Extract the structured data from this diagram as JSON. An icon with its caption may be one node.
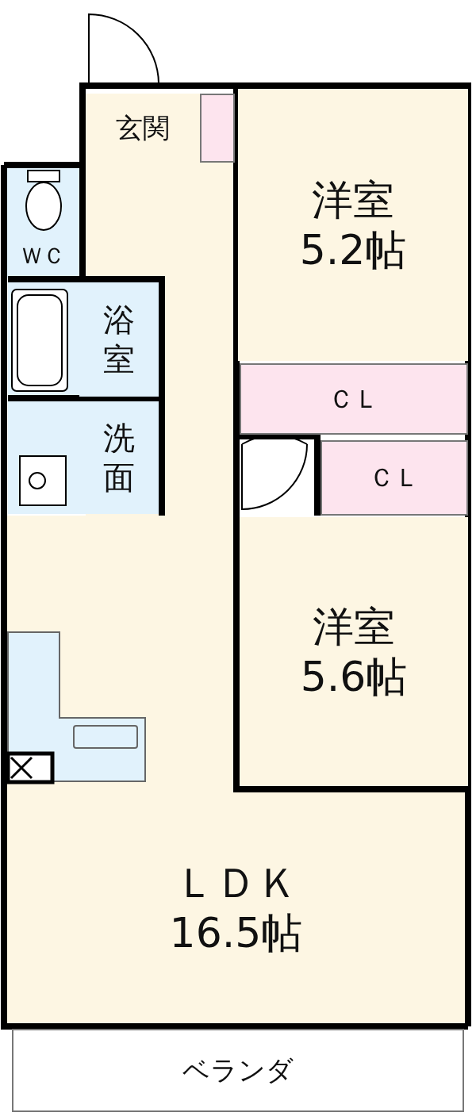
{
  "diagram": {
    "nodes": [
      {
        "text": [
          "玄関"
        ]
      },
      {
        "text": [],
        "shape": "box"
      },
      {
        "text": [
          "洋室",
          "5.2帖"
        ]
      },
      {
        "text": [
          "ＷＣ"
        ]
      },
      {
        "text": [
          "浴室"
        ]
      },
      {
        "text": [
          "ＣＬ"
        ]
      },
      {
        "text": [
          "洗面"
        ]
      },
      {
        "text": [
          "ＣＬ"
        ]
      },
      {
        "text": [
          "洋室",
          "5.6帖"
        ]
      },
      {
        "text": [
          "ＬＤＫ",
          "16.5帖"
        ]
      },
      {
        "text": [
          "ベランダ"
        ]
      }
    ]
  }
}
